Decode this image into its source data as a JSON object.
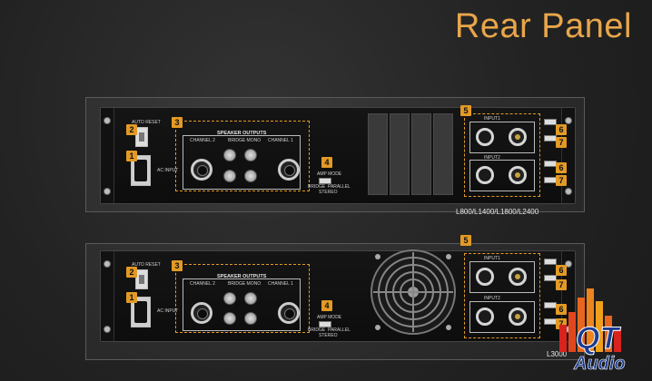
{
  "title": "Rear Panel",
  "models": {
    "top": "L800/L1400/L1800/L2400",
    "bottom": "L3000"
  },
  "labels": {
    "auto_reset": "AUTO RESET",
    "ac_input": "AC INPUT",
    "speaker_outputs": "SPEAKER OUTPUTS",
    "channel_2": "CHANNEL 2",
    "bridge_mono": "BRIDGE MONO",
    "channel_1": "CHANNEL 1",
    "amp_mode": "AMP MODE",
    "bridge": "BRIDGE",
    "parallel": "PARALLEL",
    "stereo": "STEREO",
    "input1": "INPUT1",
    "input2": "INPUT2"
  },
  "callouts": [
    "1",
    "2",
    "3",
    "4",
    "5",
    "6",
    "7"
  ],
  "logo": {
    "line1": "QT",
    "line2": "Audio"
  },
  "colors": {
    "accent": "#e39a24",
    "title": "#e8a64a",
    "logo_red": "#d8231f"
  }
}
